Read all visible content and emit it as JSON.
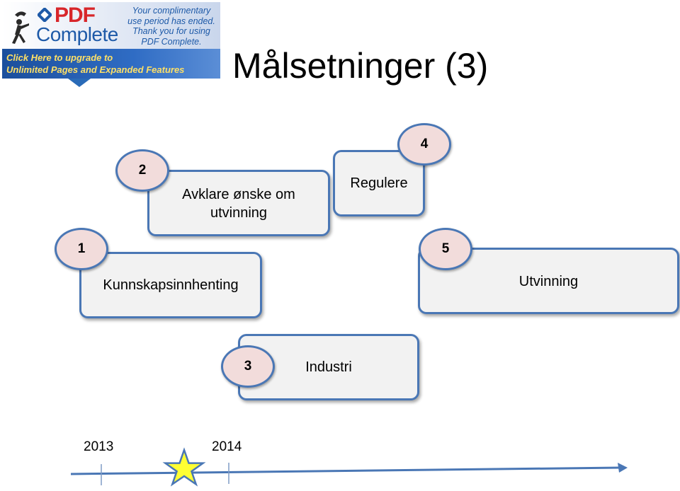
{
  "banner": {
    "logo_pdf": "PDF",
    "logo_complete": "Complete",
    "message_lines": [
      "Your complimentary",
      "use period has ended.",
      "Thank you for using",
      "PDF Complete."
    ],
    "cta_line1": "Click Here to upgrade to",
    "cta_line2": "Unlimited Pages and Expanded Features"
  },
  "slide": {
    "title": "Målsetninger (3)"
  },
  "steps": [
    {
      "number": "1",
      "label": "Kunnskapsinnhenting"
    },
    {
      "number": "2",
      "label_line1": "Avklare ønske om",
      "label_line2": "utvinning"
    },
    {
      "number": "3",
      "label": "Industri"
    },
    {
      "number": "4",
      "label": "Regulere"
    },
    {
      "number": "5",
      "label": "Utvinning"
    }
  ],
  "timeline": {
    "years": [
      "2013",
      "2014"
    ],
    "marker_icon": "star-icon",
    "colors": {
      "line": "#4a77b5",
      "star_fill": "#ffff33",
      "star_stroke": "#4a77b5"
    }
  },
  "colors": {
    "box_fill": "#f2f2f2",
    "box_border": "#4a77b5",
    "circle_fill": "#f2dcdb"
  }
}
